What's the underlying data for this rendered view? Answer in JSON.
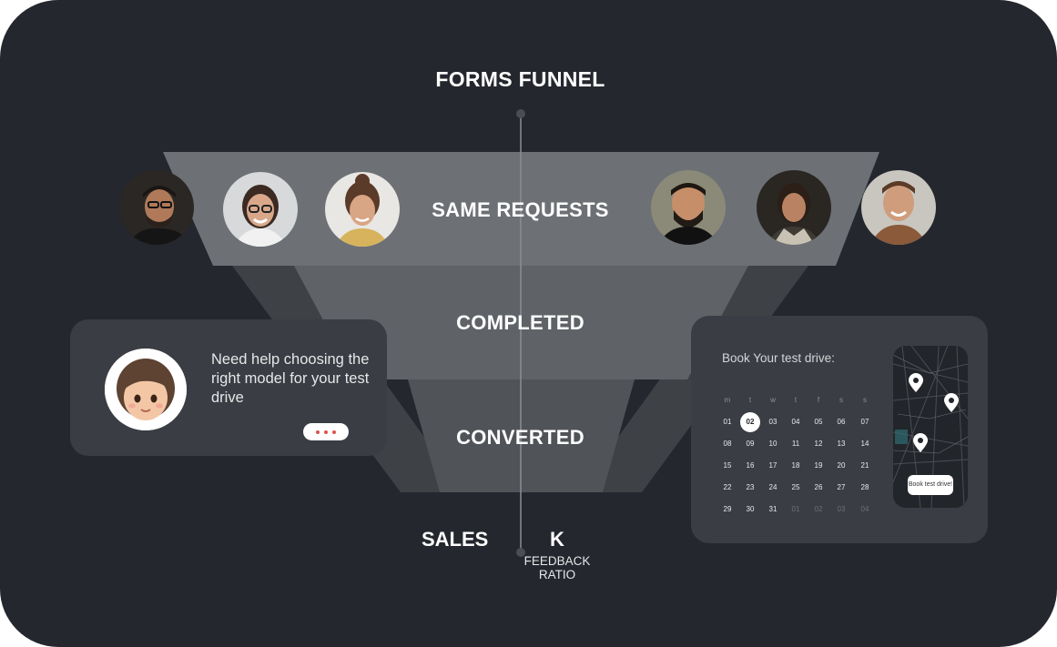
{
  "funnel": {
    "title": "FORMS FUNNEL",
    "stages": [
      {
        "label": "SAME REQUESTS"
      },
      {
        "label": "COMPLETED"
      },
      {
        "label": "CONVERTED"
      }
    ],
    "footer": {
      "sales_label": "SALES",
      "k_label": "K",
      "ratio_label": "FEEDBACK RATIO"
    }
  },
  "avatars": [
    {
      "name": "person-1"
    },
    {
      "name": "person-2"
    },
    {
      "name": "person-3"
    },
    {
      "name": "person-4"
    },
    {
      "name": "person-5"
    },
    {
      "name": "person-6"
    }
  ],
  "chat": {
    "message": "Need help choosing the right model for your test drive",
    "typing_indicator": "..."
  },
  "booking": {
    "title": "Book Your test drive:",
    "weekdays": [
      "m",
      "t",
      "w",
      "t",
      "f",
      "s",
      "s"
    ],
    "days": [
      [
        "01",
        "02",
        "03",
        "04",
        "05",
        "06",
        "07"
      ],
      [
        "08",
        "09",
        "10",
        "11",
        "12",
        "13",
        "14"
      ],
      [
        "15",
        "16",
        "17",
        "18",
        "19",
        "20",
        "21"
      ],
      [
        "22",
        "23",
        "24",
        "25",
        "26",
        "27",
        "28"
      ],
      [
        "29",
        "30",
        "31",
        "01",
        "02",
        "03",
        "04"
      ]
    ],
    "selected_day": "02",
    "map_button": "Book test drive!"
  },
  "colors": {
    "background": "#24272d",
    "card": "#3a3d43",
    "funnel_top": "#6d7075",
    "funnel_mid": "#5f6267",
    "funnel_bottom": "#505358",
    "accent_dots": "#d9534f"
  }
}
